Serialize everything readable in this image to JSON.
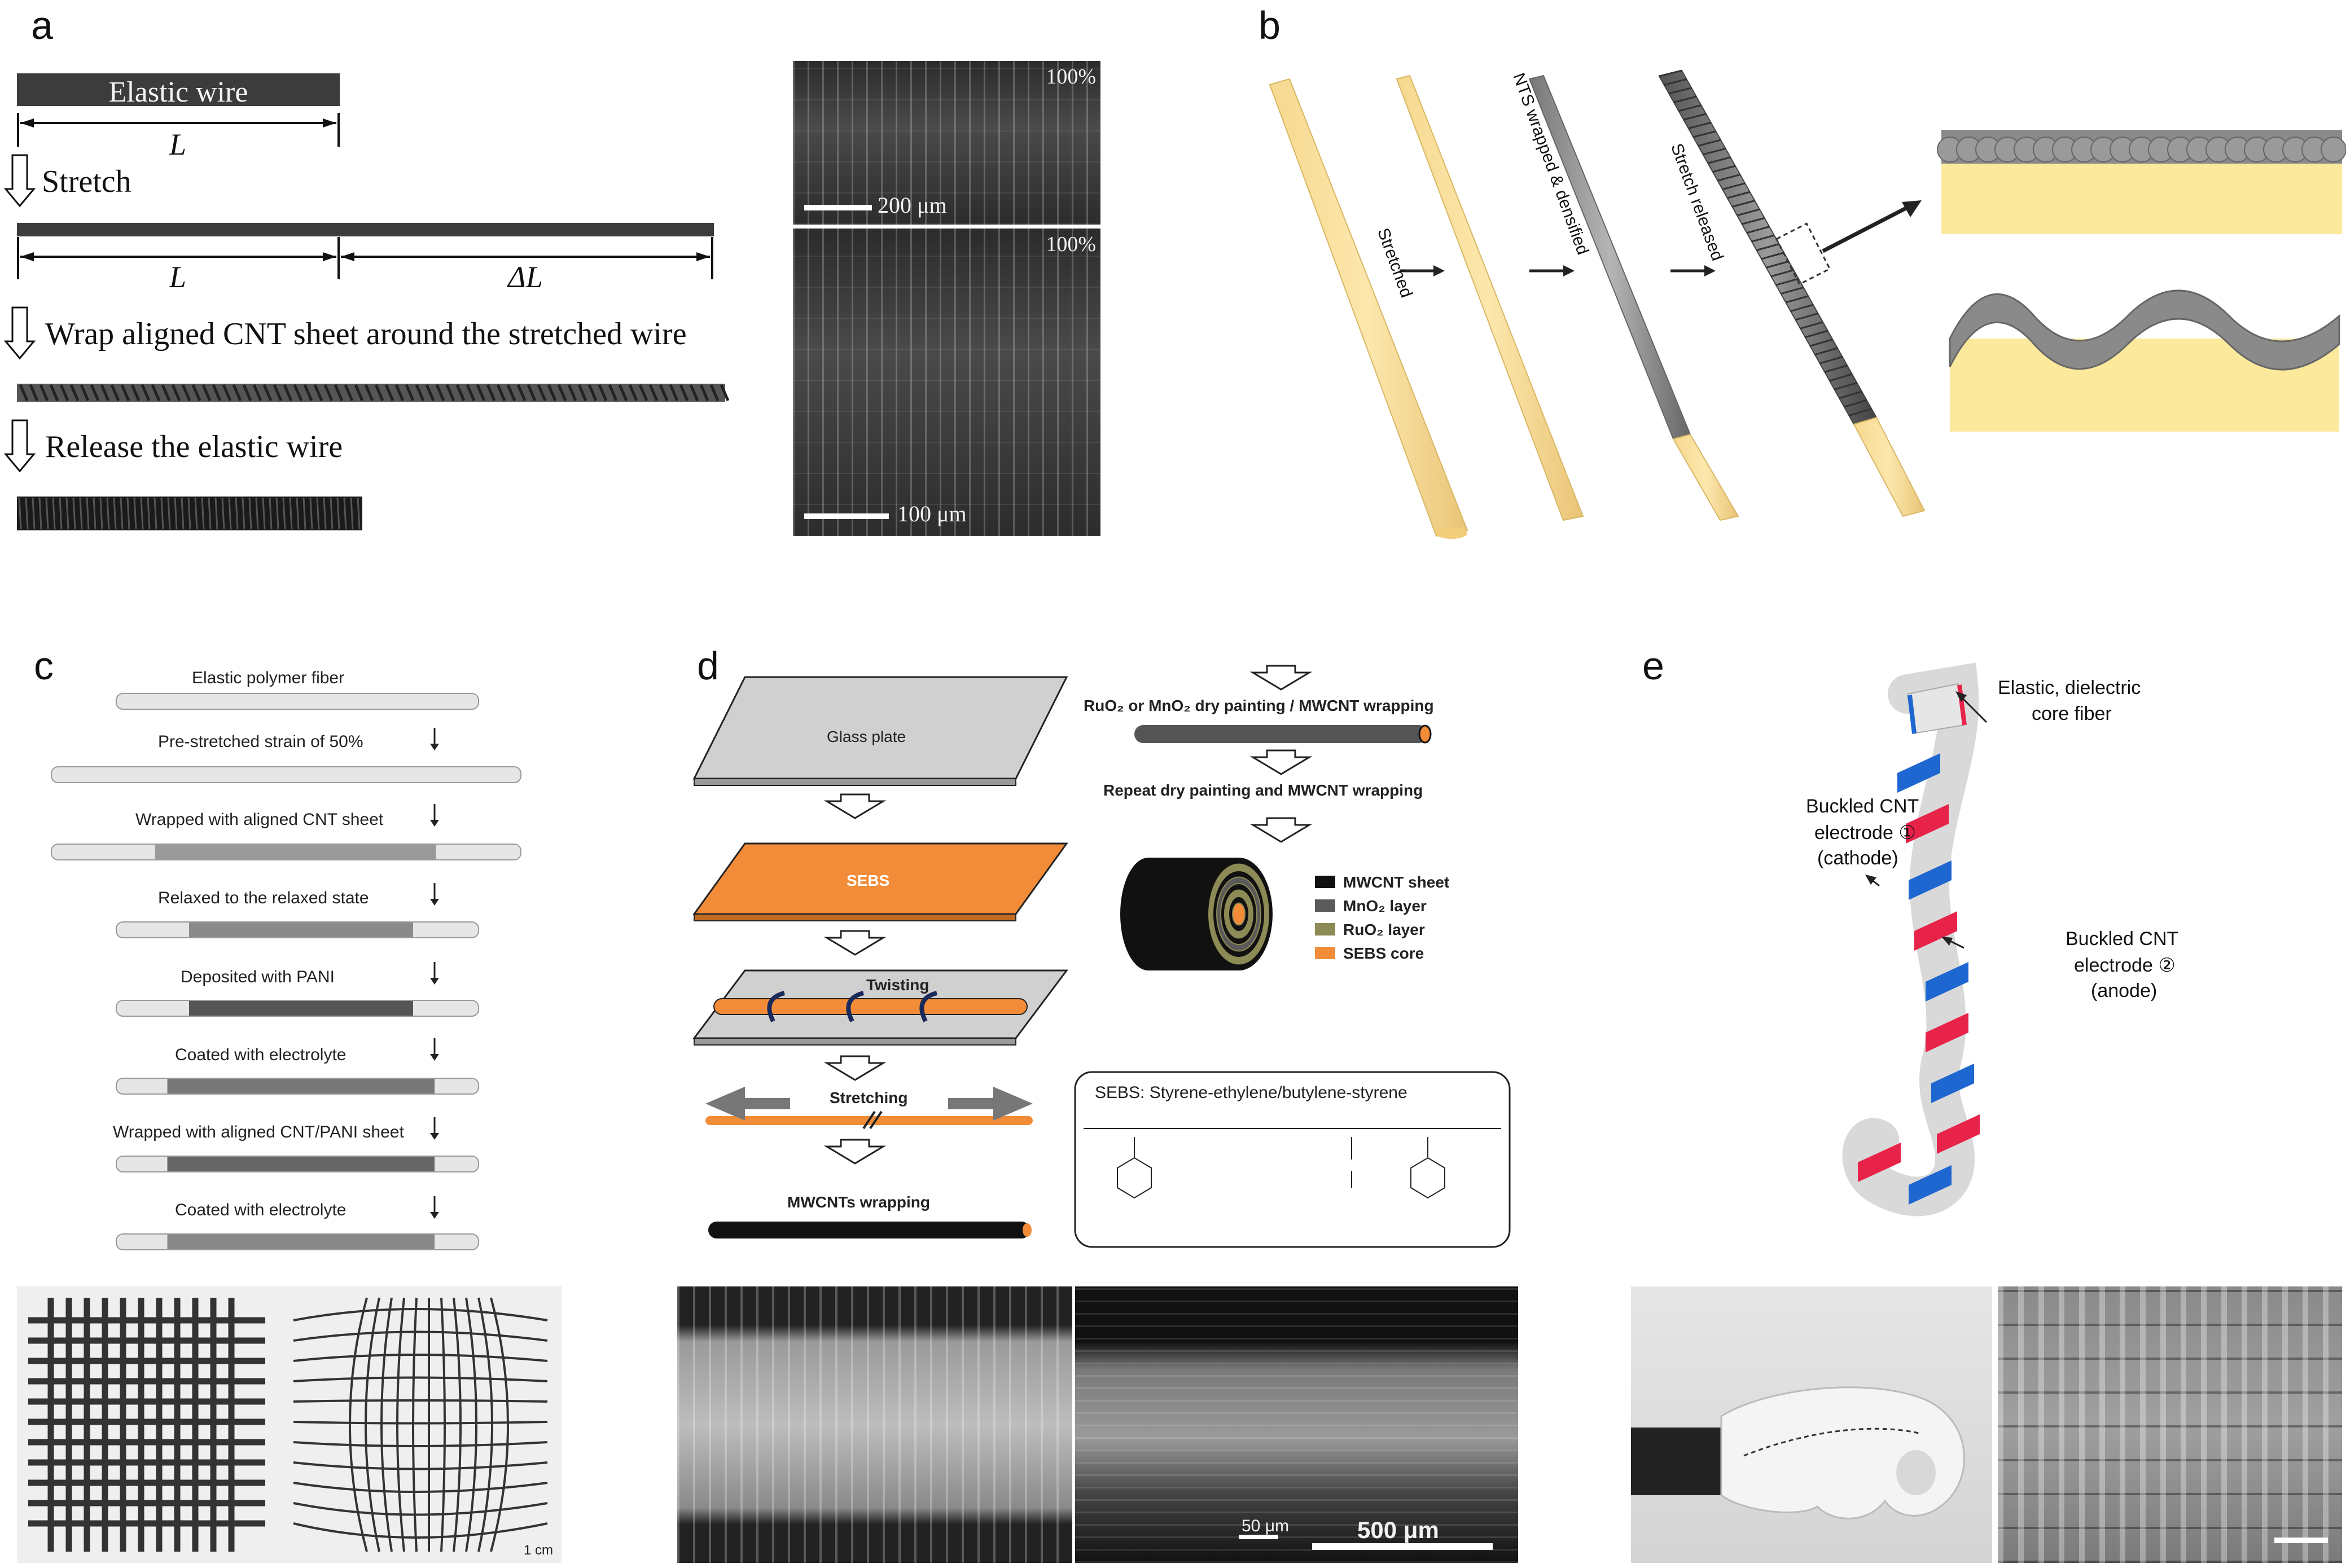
{
  "panels": {
    "a": {
      "label": "a",
      "elastic_wire_label": "Elastic wire",
      "length_label": "L",
      "delta_length_label": "ΔL",
      "step1": "Stretch",
      "step2": "Wrap aligned CNT sheet around the stretched wire",
      "step3": "Release the elastic wire",
      "sem_top_scale": "200 μm",
      "sem_top_strain": "100%",
      "sem_bottom_scale": "100 μm",
      "sem_bottom_strain": "100%"
    },
    "b": {
      "label": "b",
      "step1": "Stretched",
      "step2": "NTS wrapped & densified",
      "step3": "Stretch released"
    },
    "c": {
      "label": "c",
      "steps": [
        "Elastic polymer fiber",
        "Pre-stretched strain of 50%",
        "Wrapped with aligned CNT sheet",
        "Relaxed to the relaxed state",
        "Deposited with PANI",
        "Coated with electrolyte",
        "Wrapped with aligned CNT/PANI sheet",
        "Coated with electrolyte"
      ],
      "photo_scale": "1 cm"
    },
    "d": {
      "label": "d",
      "glass_plate": "Glass plate",
      "sebs": "SEBS",
      "twisting": "Twisting",
      "stretching": "Stretching",
      "mwcnt_wrapping": "MWCNTs wrapping",
      "dry_painting": "RuO₂ or MnO₂ dry painting / MWCNT wrapping",
      "repeat": "Repeat dry painting and MWCNT wrapping",
      "legend": [
        {
          "label": "MWCNT sheet",
          "color": "#111111"
        },
        {
          "label": "MnO₂ layer",
          "color": "#5a5a5a"
        },
        {
          "label": "RuO₂ layer",
          "color": "#8c8a55"
        },
        {
          "label": "SEBS core",
          "color": "#f28c38"
        }
      ],
      "sebs_title": "SEBS: Styrene-ethylene/butylene-styrene",
      "sem_scale_small": "50 μm",
      "sem_scale_large": "500 μm"
    },
    "e": {
      "label": "e",
      "core_label_line1": "Elastic, dielectric",
      "core_label_line2": "core fiber",
      "cathode_line1": "Buckled CNT",
      "cathode_line2": "electrode ①",
      "cathode_line3": "(cathode)",
      "anode_line1": "Buckled CNT",
      "anode_line2": "electrode ②",
      "anode_line3": "(anode)"
    }
  }
}
